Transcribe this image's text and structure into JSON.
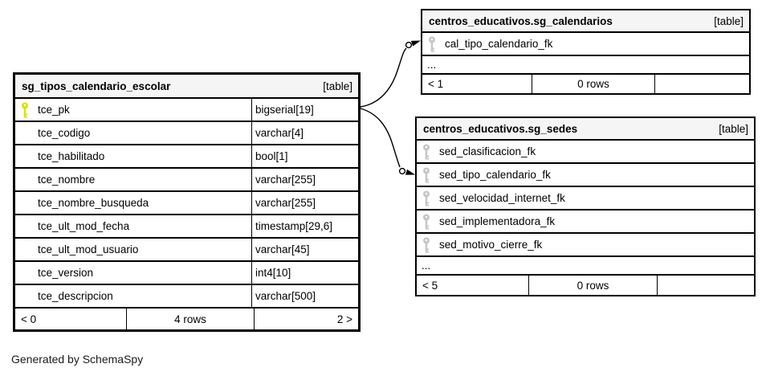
{
  "app": {
    "footer_note": "Generated by SchemaSpy"
  },
  "main_table": {
    "title": "sg_tipos_calendario_escolar",
    "tag": "[table]",
    "columns": [
      {
        "name": "tce_pk",
        "type": "bigserial[19]",
        "key": "primary"
      },
      {
        "name": "tce_codigo",
        "type": "varchar[4]",
        "key": ""
      },
      {
        "name": "tce_habilitado",
        "type": "bool[1]",
        "key": ""
      },
      {
        "name": "tce_nombre",
        "type": "varchar[255]",
        "key": ""
      },
      {
        "name": "tce_nombre_busqueda",
        "type": "varchar[255]",
        "key": ""
      },
      {
        "name": "tce_ult_mod_fecha",
        "type": "timestamp[29,6]",
        "key": ""
      },
      {
        "name": "tce_ult_mod_usuario",
        "type": "varchar[45]",
        "key": ""
      },
      {
        "name": "tce_version",
        "type": "int4[10]",
        "key": ""
      },
      {
        "name": "tce_descripcion",
        "type": "varchar[500]",
        "key": ""
      }
    ],
    "footer": {
      "left": "< 0",
      "center": "4 rows",
      "right": "2 >"
    }
  },
  "calendarios_table": {
    "title": "centros_educativos.sg_calendarios",
    "tag": "[table]",
    "columns": [
      {
        "name": "cal_tipo_calendario_fk",
        "key": "foreign"
      }
    ],
    "ellipsis": "...",
    "footer": {
      "left": "< 1",
      "center": "0 rows",
      "right": ""
    }
  },
  "sedes_table": {
    "title": "centros_educativos.sg_sedes",
    "tag": "[table]",
    "columns": [
      {
        "name": "sed_clasificacion_fk",
        "key": "foreign"
      },
      {
        "name": "sed_tipo_calendario_fk",
        "key": "foreign"
      },
      {
        "name": "sed_velocidad_internet_fk",
        "key": "foreign"
      },
      {
        "name": "sed_implementadora_fk",
        "key": "foreign"
      },
      {
        "name": "sed_motivo_cierre_fk",
        "key": "foreign"
      }
    ],
    "ellipsis": "...",
    "footer": {
      "left": "< 5",
      "center": "0 rows",
      "right": ""
    }
  },
  "colors": {
    "primary_key": "#dfe000",
    "foreign_key": "#c6c6c6",
    "header_bg": "#f5f5f5",
    "border": "#000000"
  }
}
